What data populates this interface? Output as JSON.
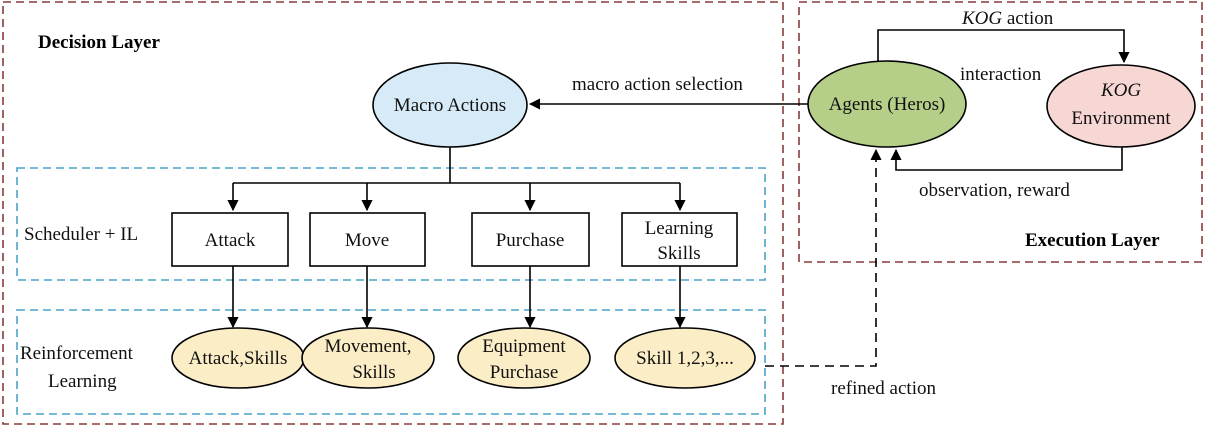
{
  "colors": {
    "macro_fill": "#d6ebf7",
    "agent_fill": "#b5cf89",
    "env_fill": "#f7d7d4",
    "rl_fill": "#fbedc6",
    "frame_red": "#8a3a3a",
    "frame_blue": "#4aa3c8"
  },
  "layers": {
    "decision": "Decision Layer",
    "execution": "Execution Layer"
  },
  "rows": {
    "scheduler": "Scheduler + IL",
    "rl_line1": "Reinforcement",
    "rl_line2": "Learning"
  },
  "nodes": {
    "macro_actions": "Macro Actions",
    "agents": "Agents (Heros)",
    "env_line1": "KOG",
    "env_line2": "Environment"
  },
  "actions": [
    {
      "line1": "Attack",
      "line2": ""
    },
    {
      "line1": "Move",
      "line2": ""
    },
    {
      "line1": "Purchase",
      "line2": ""
    },
    {
      "line1": "Learning",
      "line2": "Skills"
    }
  ],
  "rl_nodes": [
    {
      "line1": "Attack,Skills",
      "line2": ""
    },
    {
      "line1": "Movement,",
      "line2": "Skills"
    },
    {
      "line1": "Equipment",
      "line2": "Purchase"
    },
    {
      "line1": "Skill 1,2,3,...",
      "line2": ""
    }
  ],
  "edges": {
    "macro_selection": "macro action selection",
    "kog_action_italic": "KOG",
    "kog_action_rest": " action",
    "interaction": "interaction",
    "observation": "observation, reward",
    "refined": "refined action"
  }
}
